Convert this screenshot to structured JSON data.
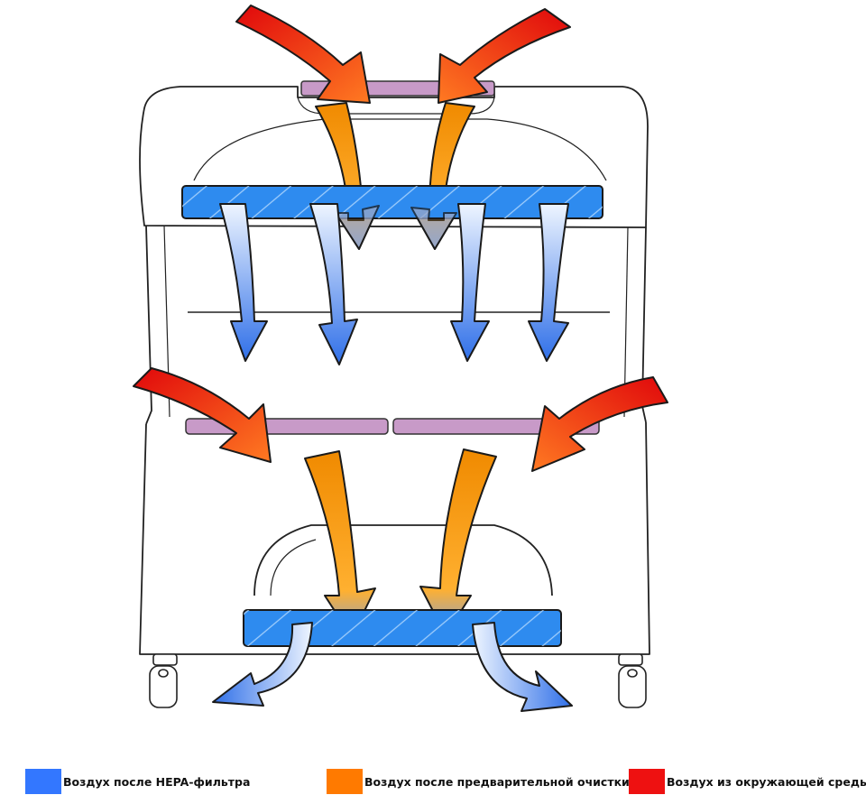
{
  "legend": [
    {
      "label": "Воздух после HEPA-фильтра",
      "color": "#3377FF"
    },
    {
      "label": "Воздух после предварительной очистки",
      "color": "#FF7A00"
    },
    {
      "label": "Воздух из окружающей среды",
      "color": "#EE1111"
    }
  ],
  "colors": {
    "hepa_filter": "#2E8BEF",
    "prefilter": "#C89AC8",
    "outline": "#222222",
    "hepa_arrow_light": "#E8F2FF",
    "hepa_arrow_dark": "#2F6FE8",
    "pre_arrow_light": "#FFC04D",
    "pre_arrow_dark": "#F08A00",
    "ambient_arrow_light": "#FF6A1A",
    "ambient_arrow_dark": "#E0070B"
  },
  "icons": {
    "cabinet": "biosafety-cabinet-outline",
    "wheel": "caster-wheel-icon",
    "arrow": "curved-airflow-arrow-icon"
  }
}
